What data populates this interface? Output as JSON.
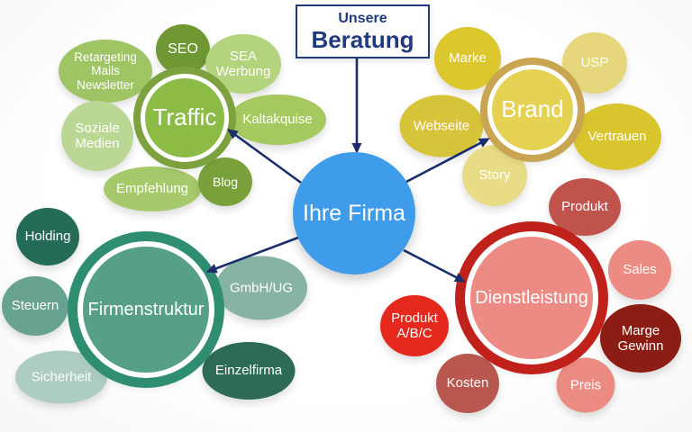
{
  "title_box": {
    "line1": "Unsere",
    "line2": "Beratung"
  },
  "center": {
    "label": "Ihre Firma",
    "color": "#3e9ceb"
  },
  "colors": {
    "navy_text": "#1f3a7d",
    "arrow": "#1b2d6b",
    "traffic_fill": "#8cbc45",
    "traffic_ring": "#7da13e",
    "brand_fill": "#e5d252",
    "brand_ring": "#c9a551",
    "firmenstruktur_fill": "#57a087",
    "firmenstruktur_ring": "#2f8e72",
    "dienstleistung_fill": "#ec8b84",
    "dienstleistung_ring": "#c0221b"
  },
  "clusters": {
    "traffic": {
      "label": "Traffic",
      "satellites": [
        {
          "label": "SEO",
          "color": "#6f9733"
        },
        {
          "label": "SEA Werbung",
          "color": "#b3d37d"
        },
        {
          "label": "Retargeting Mails Newsletter",
          "color": "#9fc464"
        },
        {
          "label": "Soziale Medien",
          "color": "#bad794"
        },
        {
          "label": "Kaltakquise",
          "color": "#a5c95e"
        },
        {
          "label": "Empfehlung",
          "color": "#a6ca6b"
        },
        {
          "label": "Blog",
          "color": "#7aa03c"
        }
      ]
    },
    "brand": {
      "label": "Brand",
      "satellites": [
        {
          "label": "Marke",
          "color": "#dcc72e"
        },
        {
          "label": "USP",
          "color": "#e6d77c"
        },
        {
          "label": "Webseite",
          "color": "#d8c43a"
        },
        {
          "label": "Vertrauen",
          "color": "#d9c52e"
        },
        {
          "label": "Story",
          "color": "#e9dc86"
        }
      ]
    },
    "firmenstruktur": {
      "label": "Firmenstruktur",
      "satellites": [
        {
          "label": "Holding",
          "color": "#246b58"
        },
        {
          "label": "Steuern",
          "color": "#68a392"
        },
        {
          "label": "Sicherheit",
          "color": "#accdc0"
        },
        {
          "label": "GmbH/UG",
          "color": "#87b3a4"
        },
        {
          "label": "Einzelfirma",
          "color": "#2d6b57"
        }
      ]
    },
    "dienstleistung": {
      "label": "Dienstleistung",
      "satellites": [
        {
          "label": "Produkt",
          "color": "#c0544c"
        },
        {
          "label": "Sales",
          "color": "#ec8b82"
        },
        {
          "label": "Marge Gewinn",
          "color": "#8c1d14"
        },
        {
          "label": "Preis",
          "color": "#ec8b82"
        },
        {
          "label": "Kosten",
          "color": "#b9584f"
        },
        {
          "label": "Produkt A/B/C",
          "color": "#e52a1d"
        }
      ]
    }
  }
}
